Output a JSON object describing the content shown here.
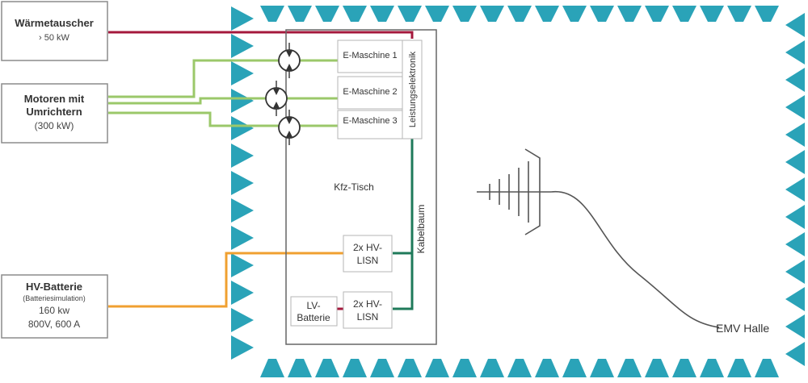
{
  "left_boxes": {
    "heat_exchanger": {
      "title": "Wärmetauscher",
      "detail": "› 50 kW"
    },
    "motors": {
      "title_line1": "Motoren mit",
      "title_line2": "Umrichtern",
      "detail": "(300 kW)"
    },
    "battery": {
      "title": "HV-Batterie",
      "subtitle": "(Batteriesimulation)",
      "power": "160 kw",
      "rating": "800V, 600 A"
    }
  },
  "machines": [
    "E-Maschine 1",
    "E-Maschine 2",
    "E-Maschine 3"
  ],
  "power_electronics": "Leistungselektronik",
  "vehicle_table": "Kfz-Tisch",
  "cable_harness": "Kabelbaum",
  "lisn_upper": {
    "line1": "2x HV-",
    "line2": "LISN"
  },
  "lisn_lower": {
    "line1": "2x HV-",
    "line2": "LISN"
  },
  "lv_battery": {
    "line1": "LV-",
    "line2": "Batterie"
  },
  "hall_label": "EMV Halle",
  "icons": [
    "pump-icon",
    "antenna-icon",
    "absorber-cone"
  ],
  "colors": {
    "absorber": "#2aa3b8",
    "coolant_line": "#a4183c",
    "motor_line": "#9bc86a",
    "hv_line": "#f0a030",
    "harness_line": "#1f7a5a",
    "box_border": "#8c8c8c",
    "table_border": "#666666",
    "text": "#333333"
  }
}
